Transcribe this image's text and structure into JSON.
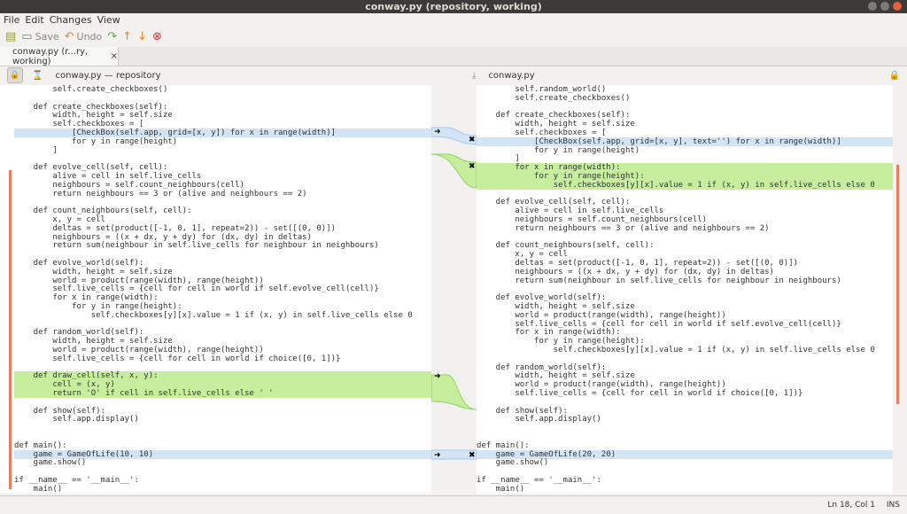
{
  "window": {
    "title": "conway.py (repository, working)"
  },
  "menu": {
    "items": [
      "File",
      "Edit",
      "Changes",
      "View"
    ]
  },
  "toolbar": {
    "save": "Save",
    "undo": "Undo"
  },
  "tab": {
    "label": "conway.py (r...ry, working)",
    "close": "×"
  },
  "left_file": {
    "name": "conway.py — repository"
  },
  "right_file": {
    "name": "conway.py"
  },
  "colors": {
    "blue_highlight": "#d4e4f7",
    "green_highlight": "#c6ee9d",
    "selection": "#4a90d9"
  },
  "left_lines": [
    "        self.create_checkboxes()",
    "",
    "    def create_checkboxes(self):",
    "        width, height = self.size",
    "        self.checkboxes = [",
    "            [CheckBox(self.app, grid=[x, y]) for x in range(width)]",
    "            for y in range(height)",
    "        ]",
    "",
    "    def evolve_cell(self, cell):",
    "        alive = cell in self.live_cells",
    "        neighbours = self.count_neighbours(cell)",
    "        return neighbours == 3 or (alive and neighbours == 2)",
    "",
    "    def count_neighbours(self, cell):",
    "        x, y = cell",
    "        deltas = set(product([-1, 0, 1], repeat=2)) - set([(0, 0)])",
    "        neighbours = ((x + dx, y + dy) for (dx, dy) in deltas)",
    "        return sum(neighbour in self.live_cells for neighbour in neighbours)",
    "",
    "    def evolve_world(self):",
    "        width, height = self.size",
    "        world = product(range(width), range(height))",
    "        self.live_cells = {cell for cell in world if self.evolve_cell(cell)}",
    "        for x in range(width):",
    "            for y in range(height):",
    "                self.checkboxes[y][x].value = 1 if (x, y) in self.live_cells else 0",
    "",
    "    def random_world(self):",
    "        width, height = self.size",
    "        world = product(range(width), range(height))",
    "        self.live_cells = {cell for cell in world if choice([0, 1])}",
    "",
    "    def draw_cell(self, x, y):",
    "        cell = (x, y)",
    "        return 'O' if cell in self.live_cells else ' '",
    "",
    "    def show(self):",
    "        self.app.display()",
    "",
    "",
    "def main():",
    "    game = GameOfLife(10, 10)",
    "    game.show()",
    "",
    "if __name__ == '__main__':",
    "    main()"
  ],
  "right_lines": [
    "        self.random_world()",
    "        self.create_checkboxes()",
    "",
    "    def create_checkboxes(self):",
    "        width, height = self.size",
    "        self.checkboxes = [",
    "            [CheckBox(self.app, grid=[x, y], text='') for x in range(width)]",
    "            for y in range(height)",
    "        ]",
    "        for x in range(width):",
    "            for y in range(height):",
    "                self.checkboxes[y][x].value = 1 if (x, y) in self.live_cells else 0",
    "",
    "    def evolve_cell(self, cell):",
    "        alive = cell in self.live_cells",
    "        neighbours = self.count_neighbours(cell)",
    "        return neighbours == 3 or (alive and neighbours == 2)",
    "",
    "    def count_neighbours(self, cell):",
    "        x, y = cell",
    "        deltas = set(product([-1, 0, 1], repeat=2)) - set([(0, 0)])",
    "        neighbours = ((x + dx, y + dy) for (dx, dy) in deltas)",
    "        return sum(neighbour in self.live_cells for neighbour in neighbours)",
    "",
    "    def evolve_world(self):",
    "        width, height = self.size",
    "        world = product(range(width), range(height))",
    "        self.live_cells = {cell for cell in world if self.evolve_cell(cell)}",
    "        for x in range(width):",
    "            for y in range(height):",
    "                self.checkboxes[y][x].value = 1 if (x, y) in self.live_cells else 0",
    "",
    "    def random_world(self):",
    "        width, height = self.size",
    "        world = product(range(width), range(height))",
    "        self.live_cells = {cell for cell in world if choice([0, 1])}",
    "",
    "    def show(self):",
    "        self.app.display()",
    "",
    "",
    "def main():",
    "    game = GameOfLife(20, 20)",
    "    game.show()",
    "",
    "if __name__ == '__main__':",
    "    main()"
  ],
  "status": {
    "position": "Ln 18, Col 1",
    "mode": "INS"
  }
}
